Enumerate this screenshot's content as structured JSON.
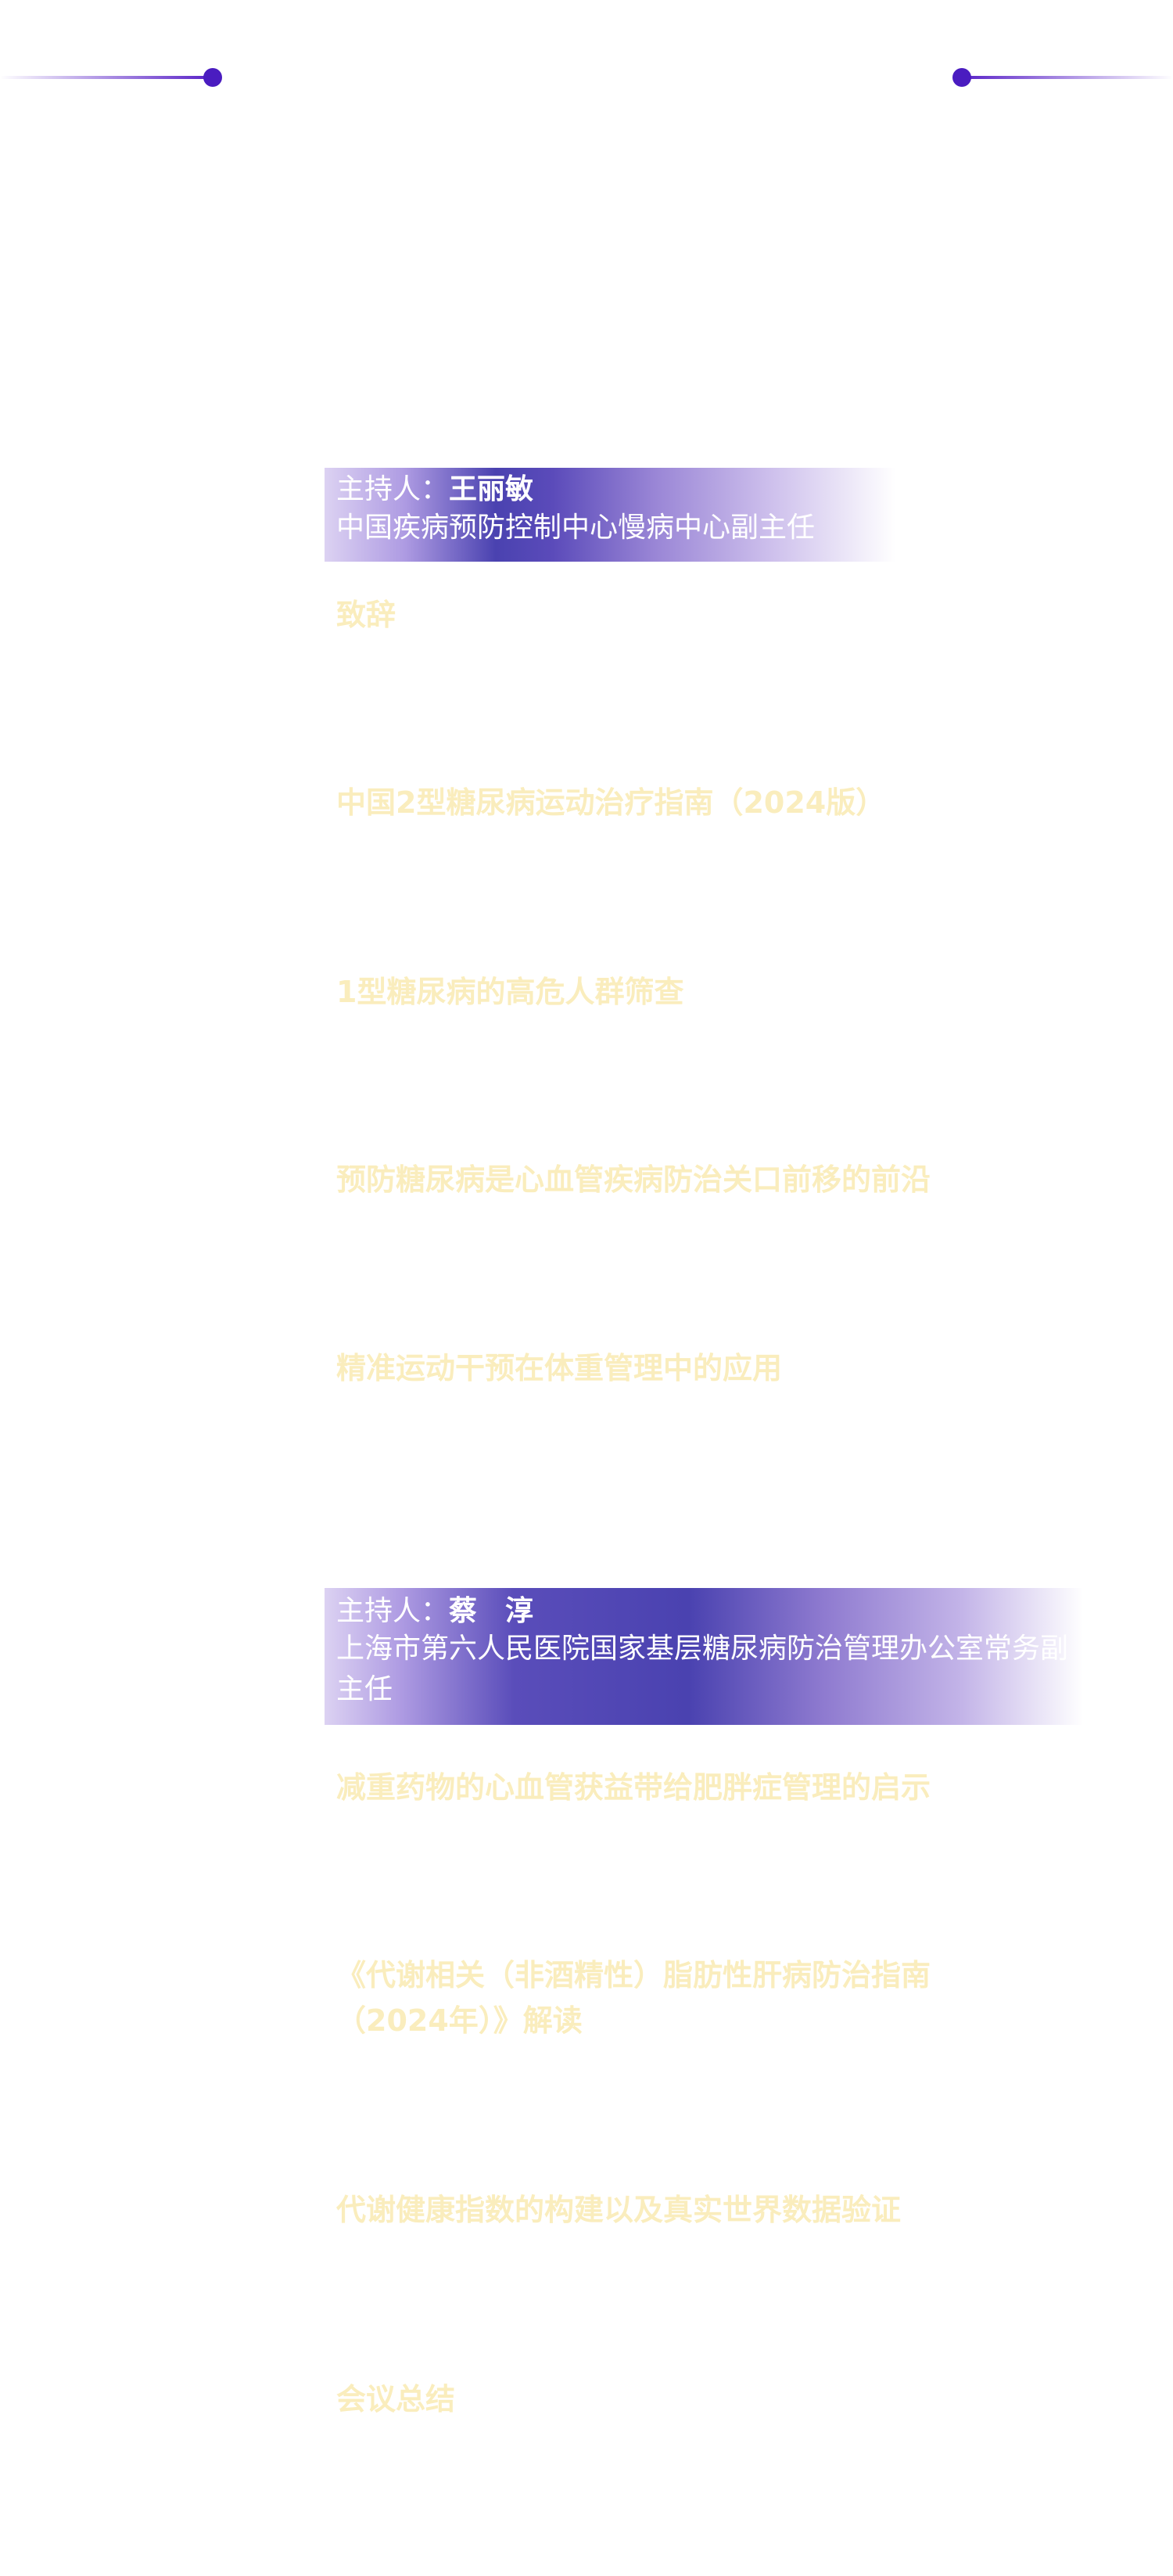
{
  "colors": {
    "accent_purple": "#4a1cc0",
    "banner_indigo": "#4a42b0",
    "agenda_text": "#faedbd",
    "host_text": "#ffffff"
  },
  "session1": {
    "host_prefix": "主持人：",
    "host_name": "王丽敏",
    "host_title": "中国疾病预防控制中心慢病中心副主任",
    "items": [
      "致辞",
      "中国2型糖尿病运动治疗指南（2024版）",
      "1型糖尿病的高危人群筛查",
      "预防糖尿病是心血管疾病防治关口前移的前沿",
      "精准运动干预在体重管理中的应用"
    ]
  },
  "session2": {
    "host_prefix": "主持人：",
    "host_name": "蔡　淳",
    "host_title": "上海市第六人民医院国家基层糖尿病防治管理办公室常务副主任",
    "items": [
      "减重药物的心血管获益带给肥胖症管理的启示",
      "《代谢相关（非酒精性）脂肪性肝病防治指南（2024年）》解读",
      "代谢健康指数的构建以及真实世界数据验证",
      "会议总结"
    ]
  }
}
